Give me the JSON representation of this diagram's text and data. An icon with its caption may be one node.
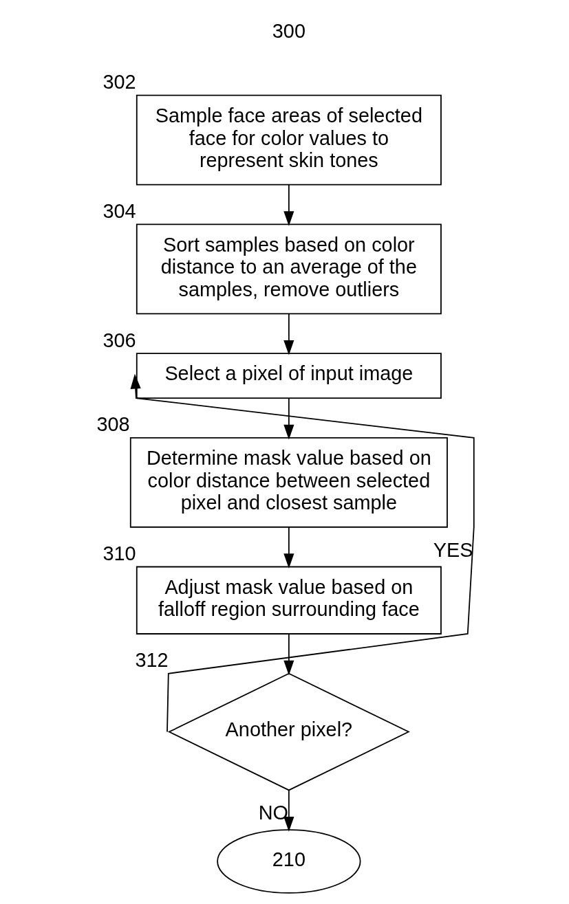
{
  "diagram": {
    "nodes": [
      {
        "text": [
          "Sample face areas of selected face for color values to represent skin tones"
        ],
        "beside": [
          "302"
        ]
      },
      {
        "text": [
          "Sort samples based on color distance to an average of the samples, remove outliers"
        ],
        "beside": [
          "304"
        ]
      },
      {
        "text": [
          "Select a pixel of input image"
        ],
        "beside": [
          "306"
        ]
      },
      {
        "text": [
          "Determine mask value based on color distance between selected pixel and closest sample"
        ],
        "beside": [
          "308"
        ]
      },
      {
        "text": [
          "Adjust mask value based on falloff region surrounding face"
        ],
        "beside": [
          "310"
        ]
      },
      {
        "text": [
          "Another pixel?"
        ],
        "beside": [
          "312"
        ]
      },
      {
        "text": [
          "210"
        ]
      }
    ],
    "edges": [
      {
        "from": 0,
        "to": 1,
        "arrow": "to"
      },
      {
        "from": 1,
        "to": 2,
        "arrow": "to"
      },
      {
        "from": 2,
        "to": 3,
        "arrow": "to"
      },
      {
        "from": 3,
        "to": 4,
        "arrow": "to"
      },
      {
        "from": 4,
        "to": 5,
        "arrow": "to"
      },
      {
        "from": 5,
        "to": 2,
        "arrow": "to",
        "label": "YES"
      },
      {
        "from": 5,
        "to": 6,
        "arrow": "to",
        "label": "NO"
      }
    ],
    "labels": [
      "300"
    ]
  }
}
